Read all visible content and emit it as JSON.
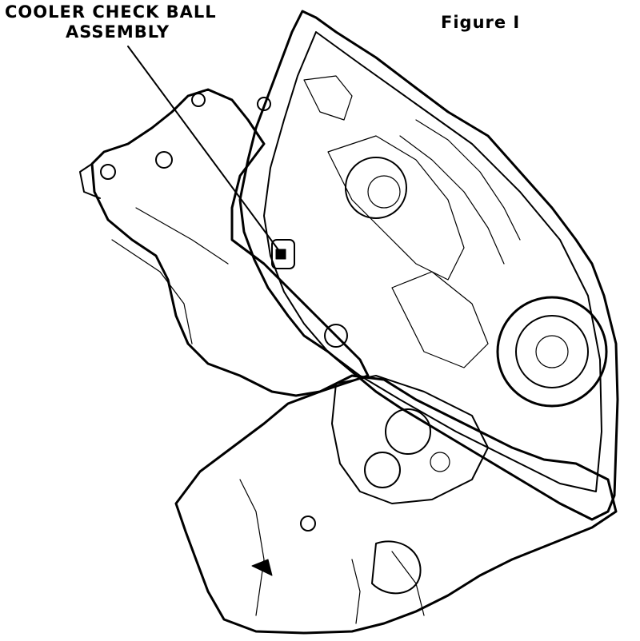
{
  "callout": {
    "line1": "COOLER CHECK BALL",
    "line2": "ASSEMBLY"
  },
  "figure_title": "Figure I",
  "colors": {
    "ink": "#000000",
    "paper": "#ffffff"
  }
}
